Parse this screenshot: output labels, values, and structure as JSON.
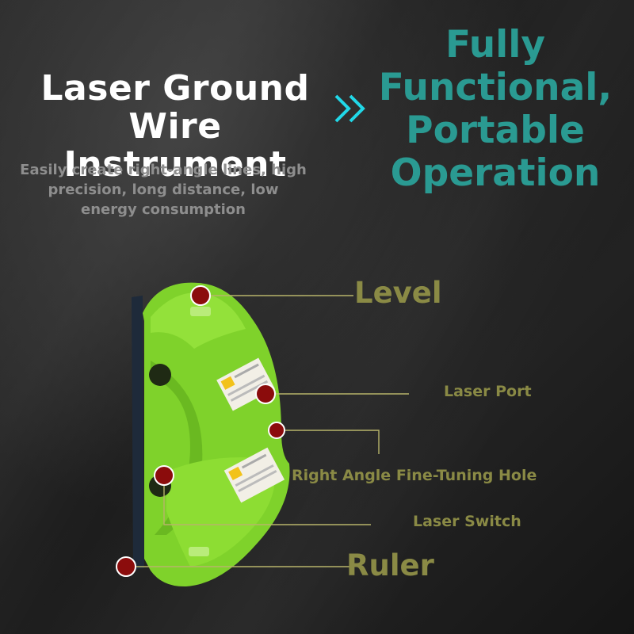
{
  "product": {
    "title_line1": "Laser Ground",
    "title_line2": "Wire Instrument",
    "description_line1": "Easily create right-angle lines, high",
    "description_line2": "precision, long distance, low",
    "description_line3": "energy consumption"
  },
  "headline": {
    "line1": "Fully",
    "line2": "Functional,",
    "line3": "Portable",
    "line4": "Operation"
  },
  "callouts": {
    "level": "Level",
    "laser_port": "Laser Port",
    "fine_tuning_hole": "Right Angle Fine-Tuning Hole",
    "laser_switch": "Laser Switch",
    "ruler": "Ruler"
  },
  "colors": {
    "headline": "#2a9a92",
    "callout_label": "#8a8a45",
    "marker": "#8b0c0c",
    "device_body": "#7fd22b",
    "chevron": "#21d8e8"
  }
}
